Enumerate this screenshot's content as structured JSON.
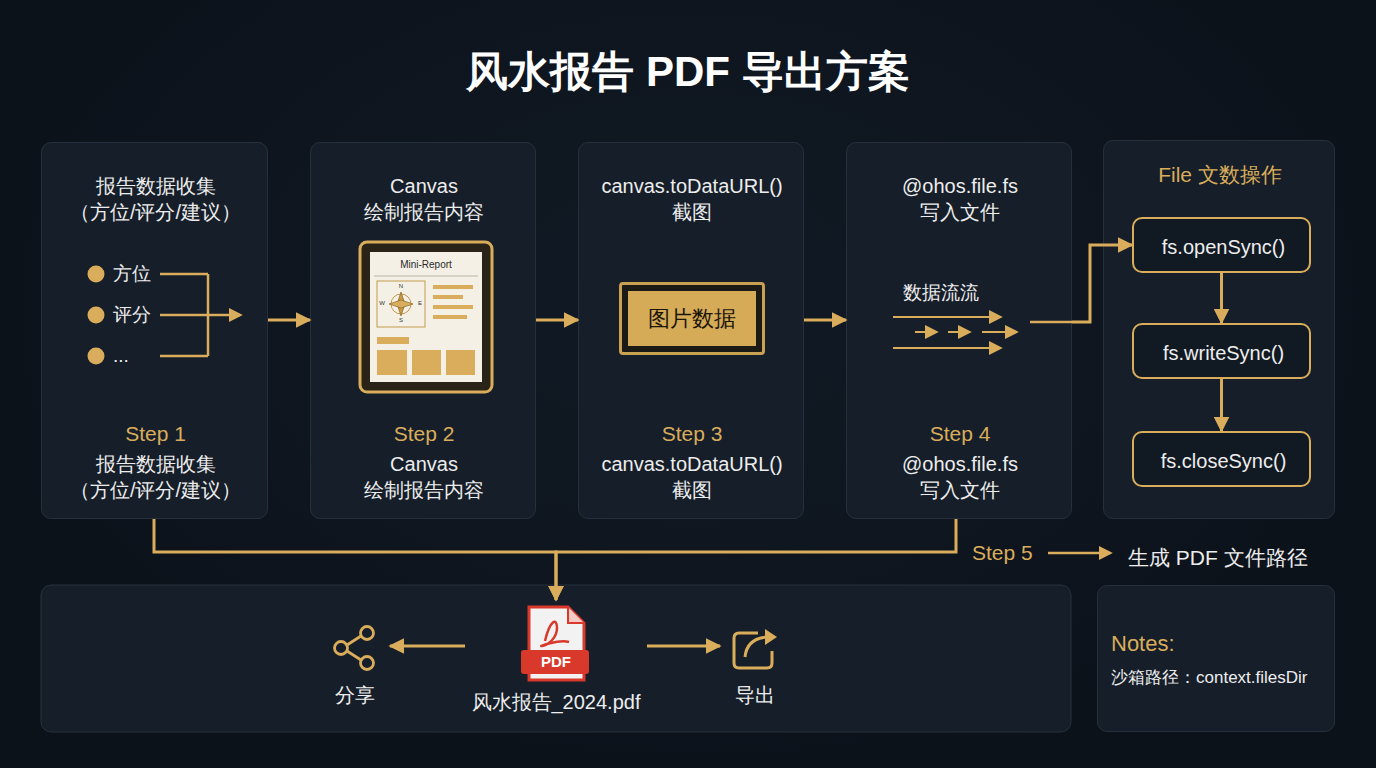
{
  "diagram": {
    "title": "风水报告 PDF 导出方案",
    "nodes": [
      {
        "text": [
          "报告数据收集 （方位/评分/建议）",
          "Step 1",
          "报告数据收集 （方位/评分/建议）"
        ]
      },
      {
        "text": [
          "Canvas 绘制报告内容",
          "Step 2",
          "Canvas 绘制报告内容"
        ]
      },
      {
        "text": [
          "canvas.toDataURL() 截图",
          "Step 3",
          "canvas.toDataURL() 截图"
        ]
      },
      {
        "text": [
          "图片数据"
        ],
        "in": 2
      },
      {
        "text": [
          "@ohos.file.fs 写入文件",
          "Step 4",
          "@ohos.file.fs 写入文件"
        ]
      },
      {
        "text": [
          "File 文数操作"
        ]
      },
      {
        "text": [
          "fs.openSync()"
        ],
        "in": 5
      },
      {
        "text": [
          "fs.writeSync()"
        ],
        "in": 5
      },
      {
        "text": [
          "fs.closeSync()"
        ],
        "in": 5
      },
      {
        "text": [
          "PDF",
          "风水报告_2024.pdf"
        ]
      },
      {
        "text": [
          "分享"
        ]
      },
      {
        "text": [
          "导出"
        ]
      },
      {
        "text": [
          "Notes:",
          "沙箱路径：context.filesDir"
        ]
      }
    ],
    "edges": [
      {
        "from": 0,
        "to": 1,
        "arrow": "to"
      },
      {
        "from": 1,
        "to": 2,
        "arrow": "to"
      },
      {
        "from": 2,
        "to": 4,
        "arrow": "to"
      },
      {
        "from": 4,
        "to": 6,
        "arrow": "to"
      },
      {
        "from": 6,
        "to": 7,
        "arrow": "to"
      },
      {
        "from": 7,
        "to": 8,
        "arrow": "to"
      },
      {
        "from": 0,
        "to": 9,
        "arrow": "to"
      },
      {
        "from": 4,
        "to": 9,
        "arrow": "to"
      },
      {
        "from": 9,
        "to": 10,
        "arrow": "to"
      },
      {
        "from": 9,
        "to": 11,
        "arrow": "to"
      }
    ],
    "labels": [
      "方位",
      "评分",
      "...",
      "Mini-Report",
      "N",
      "W",
      "E",
      "S",
      "数据流流",
      "Step 5",
      "生成 PDF 文件路径"
    ]
  }
}
